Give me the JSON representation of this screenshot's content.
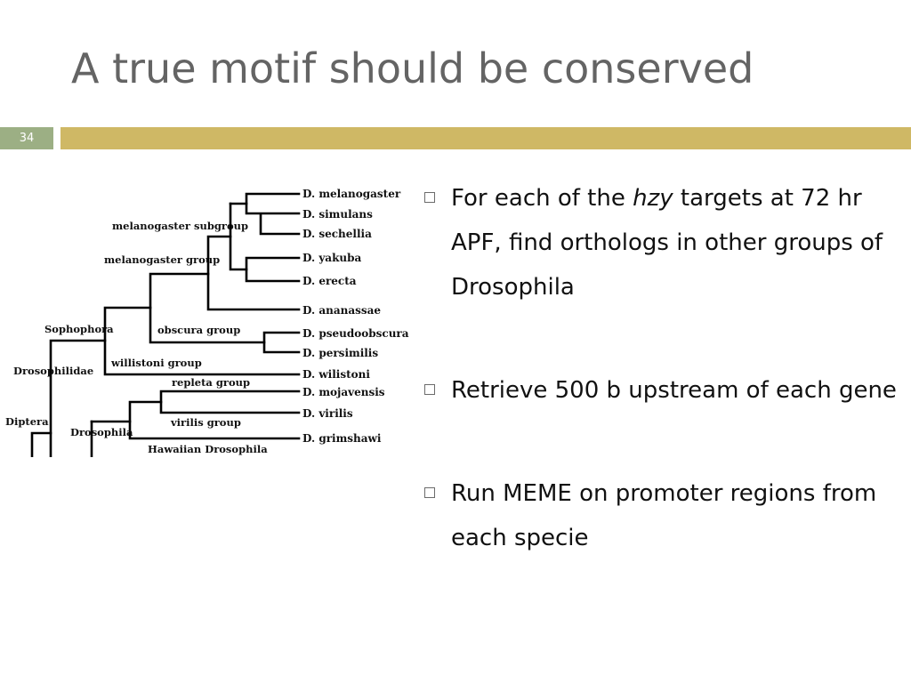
{
  "slide": {
    "title": "A true motif should be conserved",
    "number": "34",
    "colors": {
      "title": "#646464",
      "number_box": "#9caf84",
      "rule_bar": "#cfb865"
    }
  },
  "tree": {
    "species": [
      "D. melanogaster",
      "D. simulans",
      "D. sechellia",
      "D. yakuba",
      "D. erecta",
      "D. ananassae",
      "D. pseudoobscura",
      "D. persimilis",
      "D. wilistoni",
      "D. mojavensis",
      "D. virilis",
      "D. grimshawi"
    ],
    "groups": {
      "melanogaster_subgroup": "melanogaster subgroup",
      "melanogaster_group": "melanogaster group",
      "sophophora": "Sophophora",
      "obscura_group": "obscura group",
      "willistoni_group": "willistoni group",
      "drosophilidae": "Drosophilidae",
      "repleta_group": "repleta group",
      "virilis_group": "virilis group",
      "diptera": "Diptera",
      "drosophila": "Drosophila",
      "hawaiian_drosophila": "Hawaiian Drosophila"
    }
  },
  "bullets": [
    {
      "before": "For each of the ",
      "emphasis": "hzy",
      "after": " targets at 72 hr APF, find orthologs in other groups of Drosophila"
    },
    {
      "text": "Retrieve 500 b upstream of each gene"
    },
    {
      "text": "Run MEME on promoter regions from each specie"
    }
  ]
}
